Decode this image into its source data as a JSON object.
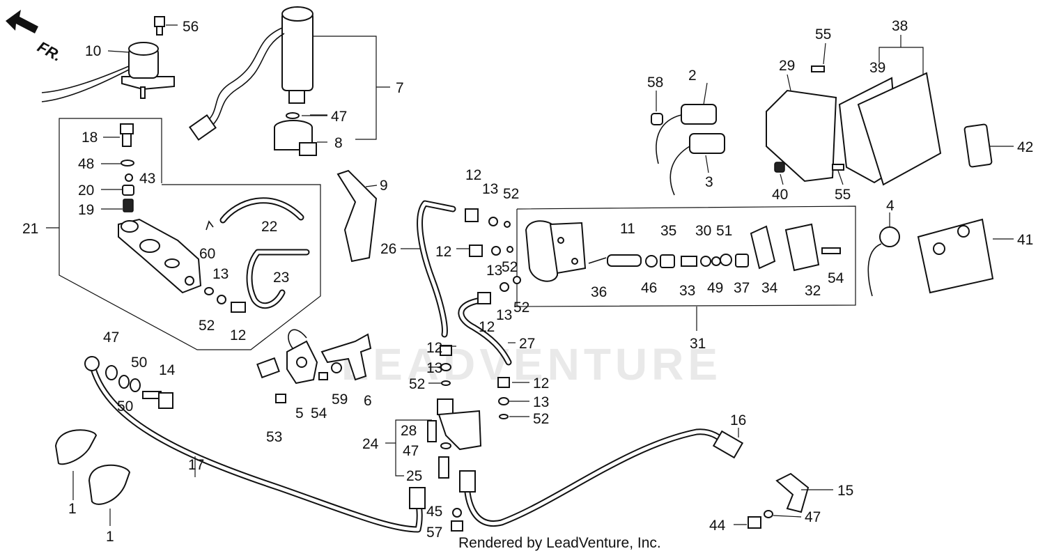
{
  "direction_marker": {
    "label": "FR.",
    "icon": "front-arrow-icon"
  },
  "watermark": "LEADVENTURE",
  "credit": "Rendered by LeadVenture, Inc.",
  "callouts": {
    "c56": "56",
    "c10": "10",
    "c7": "7",
    "c47a": "47",
    "c8": "8",
    "c18": "18",
    "c48": "48",
    "c43": "43",
    "c20": "20",
    "c19": "19",
    "c21": "21",
    "c22": "22",
    "c60": "60",
    "c23": "23",
    "c9": "9",
    "c13a": "13",
    "c52a": "52",
    "c12a": "12",
    "c47b": "47",
    "c50a": "50",
    "c50b": "50",
    "c14": "14",
    "c5": "5",
    "c54a": "54",
    "c59": "59",
    "c6": "6",
    "c53": "53",
    "c26": "26",
    "c12b": "12",
    "c13b": "13",
    "c52b": "52",
    "c12c": "12",
    "c13c": "13",
    "c52c": "52",
    "c12d": "12",
    "c13d": "13",
    "c52d": "52",
    "c27": "27",
    "c12e": "12",
    "c13e": "13",
    "c52e": "52",
    "c12f": "12",
    "c13f": "13",
    "c52f": "52",
    "c28": "28",
    "c24": "24",
    "c47c": "47",
    "c25": "25",
    "c45": "45",
    "c57": "57",
    "c17": "17",
    "c1a": "1",
    "c1b": "1",
    "c16": "16",
    "c15": "15",
    "c44": "44",
    "c47d": "47",
    "c11": "11",
    "c35": "35",
    "c30": "30",
    "c51": "51",
    "c36": "36",
    "c46": "46",
    "c33": "33",
    "c49": "49",
    "c37": "37",
    "c34": "34",
    "c32": "32",
    "c54b": "54",
    "c31": "31",
    "c58": "58",
    "c2": "2",
    "c3": "3",
    "c29": "29",
    "c55a": "55",
    "c55b": "55",
    "c38": "38",
    "c39": "39",
    "c40": "40",
    "c42": "42",
    "c4": "4",
    "c41": "41"
  }
}
